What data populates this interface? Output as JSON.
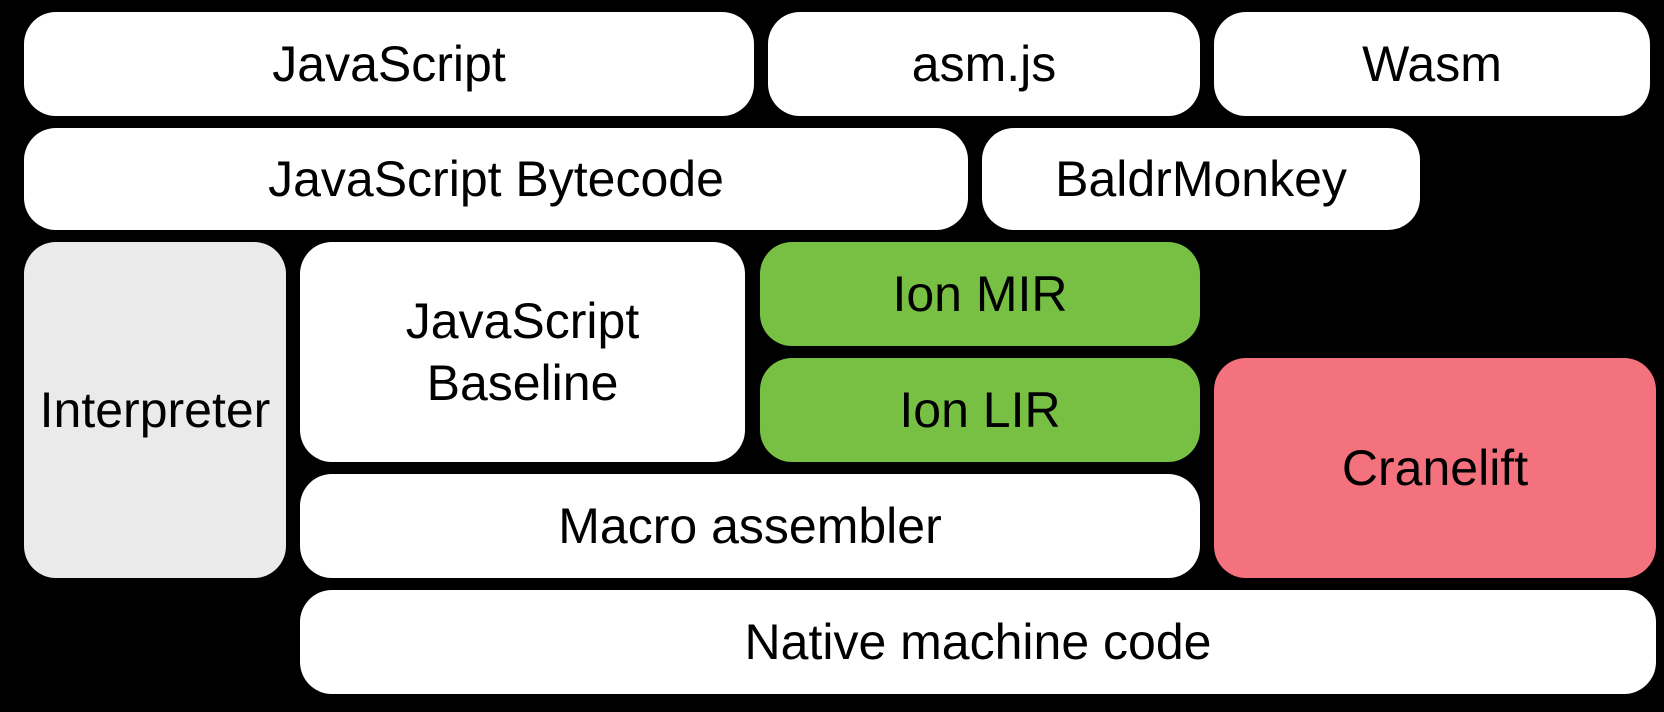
{
  "diagram": {
    "background_color": "#000000",
    "colors": {
      "default_box": "#ffffff",
      "interpreter_box": "#eaeaea",
      "ion_box": "#77c044",
      "cranelift_box": "#f4727e",
      "text": "#000000"
    },
    "boxes": {
      "javascript": {
        "label": "JavaScript"
      },
      "asmjs": {
        "label": "asm.js"
      },
      "wasm": {
        "label": "Wasm"
      },
      "bytecode": {
        "label": "JavaScript Bytecode"
      },
      "baldrmonkey": {
        "label": "BaldrMonkey"
      },
      "interpreter": {
        "label": "Interpreter"
      },
      "baseline": {
        "label": "JavaScript\nBaseline"
      },
      "ion_mir": {
        "label": "Ion MIR"
      },
      "ion_lir": {
        "label": "Ion LIR"
      },
      "cranelift": {
        "label": "Cranelift"
      },
      "macro_assembler": {
        "label": "Macro assembler"
      },
      "native": {
        "label": "Native machine code"
      }
    }
  }
}
